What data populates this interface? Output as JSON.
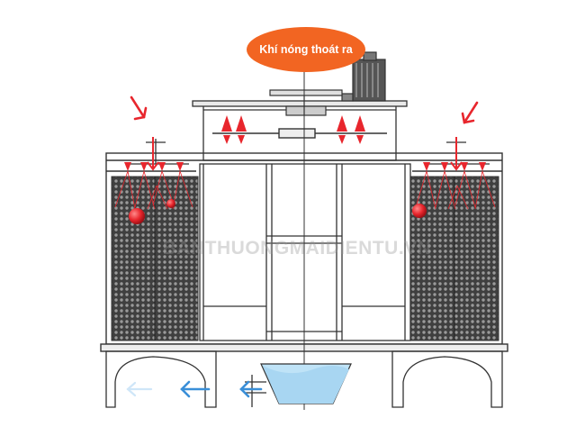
{
  "diagram": {
    "label": "Khí nóng thoát ra",
    "watermark": "BANTHUONGMAIDIENTU.VN",
    "colors": {
      "label_fill": "#f26522",
      "label_text": "#ffffff",
      "hot_air_arrow": "#e8262d",
      "cool_air_arrow": "#3a8fd8",
      "water": "#bfe3f7",
      "outline": "#333333",
      "fill_media": "#4d4d4d"
    },
    "components": [
      "hot-air-outlet-label",
      "fan-motor",
      "fan-blade",
      "top-spray-nozzles",
      "left-water-inlet",
      "right-water-inlet",
      "left-fill-panel",
      "right-fill-panel",
      "center-frame",
      "bottom-basin",
      "cool-air-inlet-arrows"
    ]
  }
}
